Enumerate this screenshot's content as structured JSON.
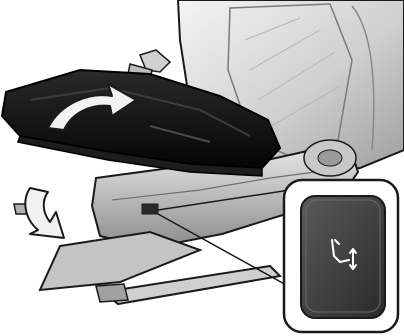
{
  "illustration": {
    "subject": "seat-cushion-tilt-adjustment",
    "callout_icon": "seat-tilt-switch-icon",
    "arrows": [
      "cushion-rotate-arrow",
      "front-tilt-arrow"
    ],
    "colors": {
      "outline": "#1a1a1a",
      "cushion": "#0e0e0e",
      "seat_back": "#d9d9d9",
      "shading": "#a8a8a8",
      "light": "#ededed",
      "arrow_fill": "#f2f2f2",
      "button_face": "#3a3a3a",
      "callout_bg": "#ffffff"
    }
  }
}
